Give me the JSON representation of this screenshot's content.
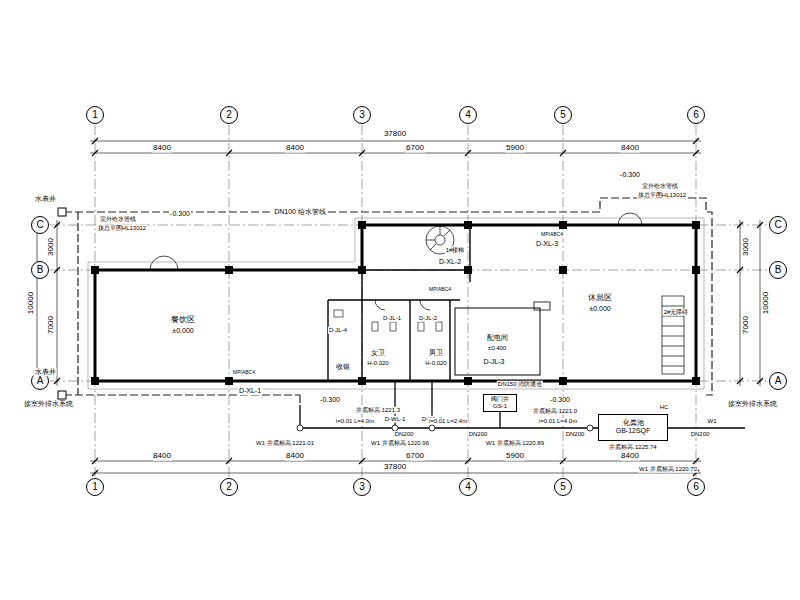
{
  "diagram": {
    "nodes": [
      {
        "text": [
          "1"
        ]
      },
      {
        "text": [
          "2"
        ]
      },
      {
        "text": [
          "3"
        ]
      },
      {
        "text": [
          "4"
        ]
      },
      {
        "text": [
          "5"
        ]
      },
      {
        "text": [
          "6"
        ]
      },
      {
        "text": [
          "C"
        ]
      },
      {
        "text": [
          "C"
        ]
      },
      {
        "text": [
          "B"
        ]
      },
      {
        "text": [
          "B"
        ]
      },
      {
        "text": [
          "A"
        ]
      },
      {
        "text": [
          "A"
        ]
      },
      {
        "text": [
          "1"
        ]
      },
      {
        "text": [
          "2"
        ]
      },
      {
        "text": [
          "3"
        ]
      },
      {
        "text": [
          "4"
        ]
      },
      {
        "text": [
          "5"
        ]
      },
      {
        "text": [
          "6"
        ]
      },
      {
        "text": [
          "阀门井",
          "GS-1"
        ]
      },
      {
        "text": [
          "化粪池",
          "GB-12SQF"
        ]
      }
    ],
    "labels": [
      "37800",
      "8400",
      "8400",
      "6700",
      "5900",
      "8400",
      "8400",
      "8400",
      "6700",
      "5900",
      "8400",
      "37800",
      "3000",
      "7000",
      "10000",
      "3000",
      "7000",
      "10000",
      "水表井",
      "水表井",
      "DN100 给水管线",
      "-0.300",
      "-0.300",
      "室外给水管线",
      "接总平图HL13012",
      "室外给水管线",
      "接总平图HL13012",
      "餐饮区",
      "±0.000",
      "休息区",
      "±0.000",
      "D-XL-1",
      "D-XL-2",
      "D-XL-3",
      "D-JL-4",
      "D-JL-1",
      "D-JL-2",
      "D-JL-3",
      "女卫",
      "H-0.020",
      "男卫",
      "H-0.020",
      "收银",
      "配电间",
      "±0.400",
      "1#楼梯",
      "2#无障碍",
      "MP/ABC4",
      "MP/ABC4",
      "MP/ABC4",
      "D-WL-1",
      "D-WL-2",
      "DN150 消防通道",
      "接室外排水系统",
      "接室外排水系统",
      "W1 井底标高:1221.01",
      "i=0.01 L=4.0m",
      "井底标高:1221.3",
      "W1 井底标高:1220.96",
      "DN200",
      "i=0.01 L=2.4m",
      "DN200",
      "W1 井底标高:1220.89",
      "井底标高:1221.0",
      "i=0.01 L=4.0m",
      "DN200",
      "井底标高:1225.74",
      "DN200",
      "W1",
      "W1 井底标高:1220.70",
      "-0.300",
      "-0.300",
      "HC"
    ]
  }
}
